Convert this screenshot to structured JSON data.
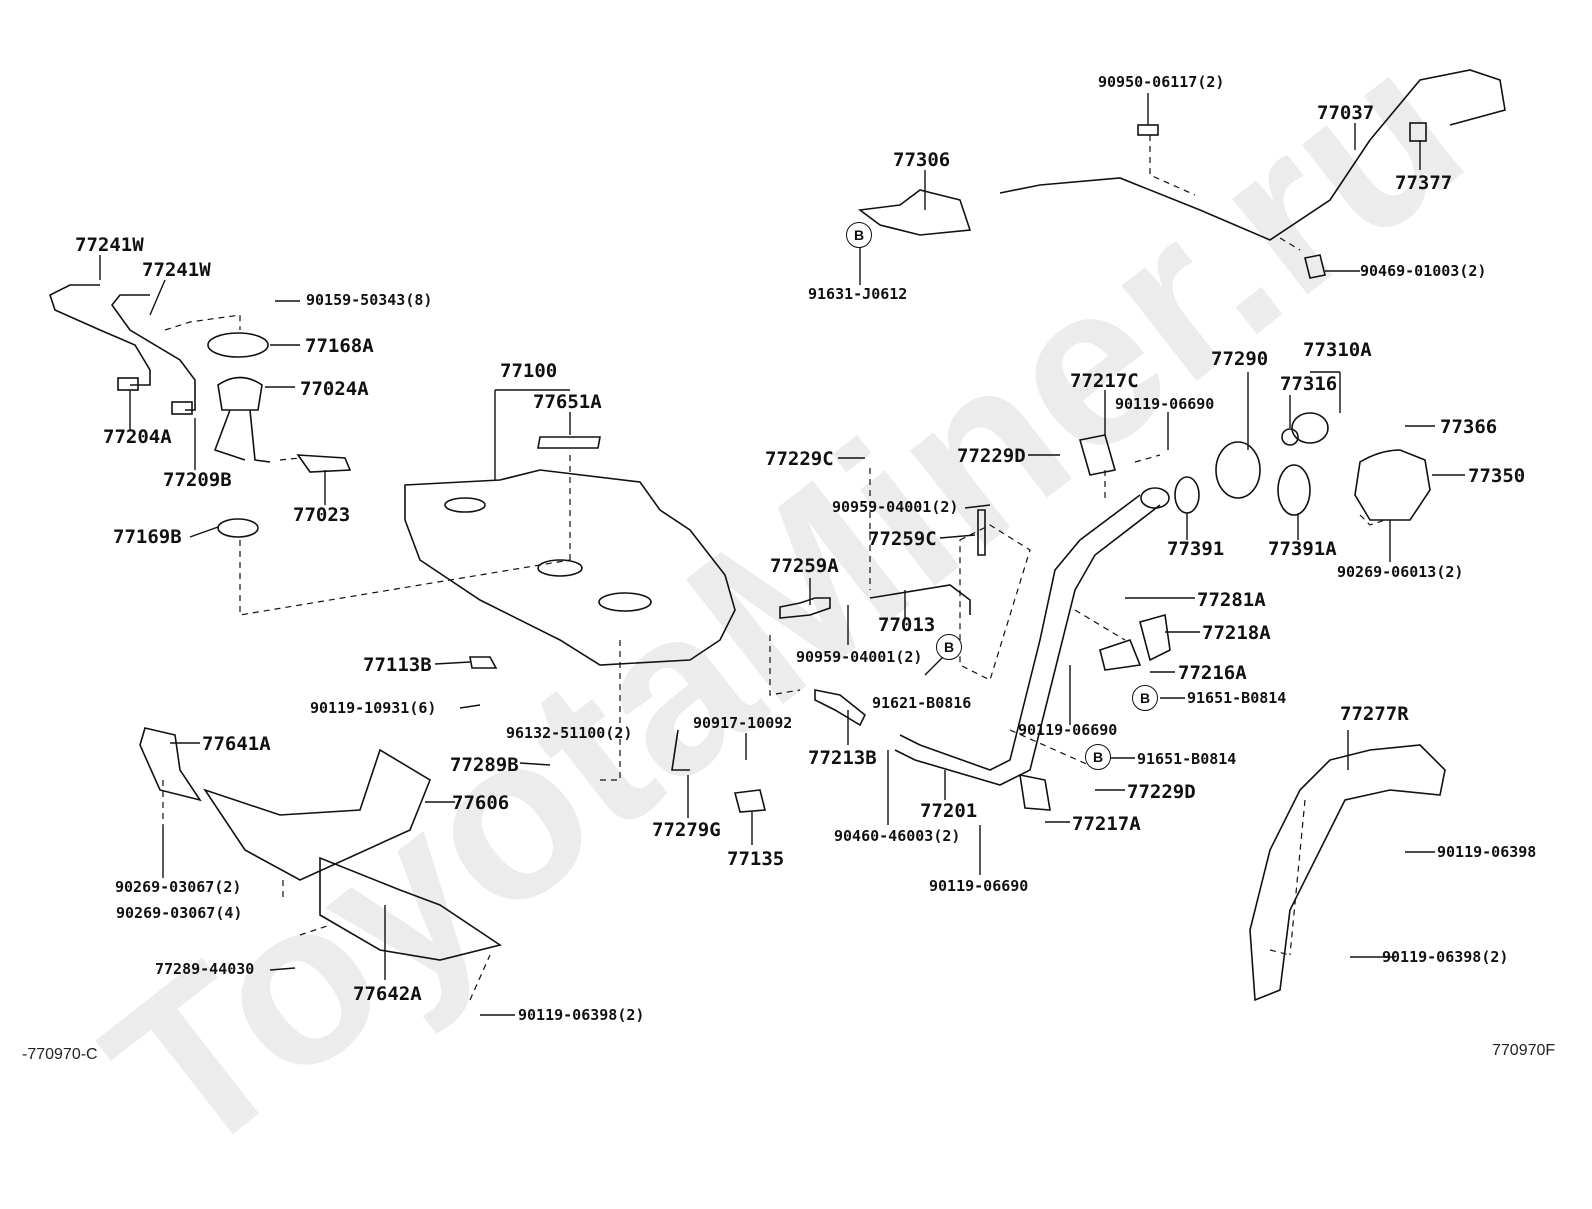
{
  "watermark": "ToyotaMiner.ru",
  "footer": {
    "left_code": "-770970-C",
    "right_code": "770970F"
  },
  "groups": {
    "fuel_pump": {
      "labels": [
        "77241W",
        "77241W",
        "90159-50343(8)",
        "77168A",
        "77024A",
        "77204A",
        "77209B",
        "77023",
        "77169B"
      ]
    },
    "tank": {
      "labels": [
        "77100",
        "77651A",
        "77113B",
        "90119-10931(6)",
        "96132-51100(2)",
        "77289B"
      ]
    },
    "protectors": {
      "labels": [
        "77641A",
        "77606",
        "90269-03067(2)",
        "90269-03067(4)",
        "77289-44030",
        "77642A",
        "90119-06398(2)"
      ]
    },
    "lid_opener": {
      "labels": [
        "90950-06117(2)",
        "77306",
        "91631-J0612",
        "77037",
        "77377",
        "90469-01003(2)"
      ]
    },
    "filler": {
      "labels": [
        "77217C",
        "90119-06690",
        "77229D",
        "77290",
        "77310A",
        "77316",
        "77366",
        "77350",
        "77391",
        "77391A",
        "90269-06013(2)"
      ]
    },
    "vent": {
      "labels": [
        "77229C",
        "90959-04001(2)",
        "77259C",
        "77259A",
        "77013",
        "90959-04001(2)",
        "91621-B0816",
        "90917-10092",
        "77279G",
        "77135",
        "77213B",
        "90460-46003(2)",
        "77201",
        "90119-06690"
      ]
    },
    "brackets": {
      "labels": [
        "77281A",
        "77218A",
        "77216A",
        "91651-B0814",
        "90119-06690",
        "91651-B0814",
        "77229D",
        "77217A"
      ]
    },
    "splash": {
      "labels": [
        "77277R",
        "90119-06398",
        "90119-06398(2)"
      ]
    }
  },
  "callouts": {
    "b_marker": "B"
  }
}
